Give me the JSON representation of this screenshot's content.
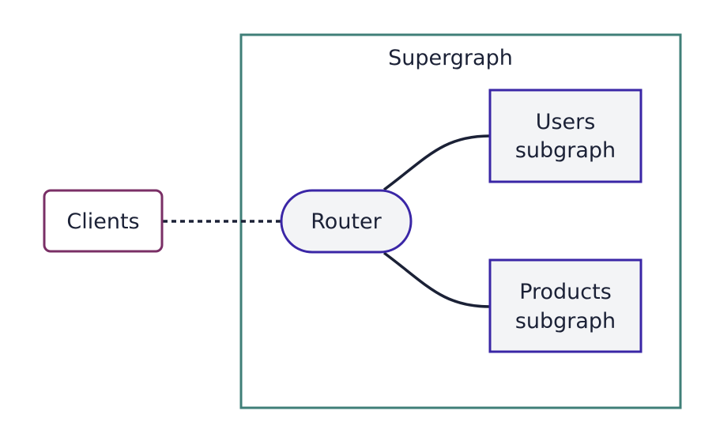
{
  "colors": {
    "supergraph_border": "#3f7f78",
    "clients_border": "#7a2f66",
    "node_border": "#3a26a6",
    "node_fill": "#f3f4f6",
    "edge": "#1b2136",
    "text": "#1b2136"
  },
  "supergraph": {
    "label": "Supergraph"
  },
  "nodes": {
    "clients": {
      "label": "Clients"
    },
    "router": {
      "label": "Router"
    },
    "users": {
      "line1": "Users",
      "line2": "subgraph"
    },
    "products": {
      "line1": "Products",
      "line2": "subgraph"
    }
  },
  "edges": [
    {
      "from": "clients",
      "to": "router",
      "style": "dotted"
    },
    {
      "from": "router",
      "to": "users",
      "style": "solid"
    },
    {
      "from": "router",
      "to": "products",
      "style": "solid"
    }
  ]
}
